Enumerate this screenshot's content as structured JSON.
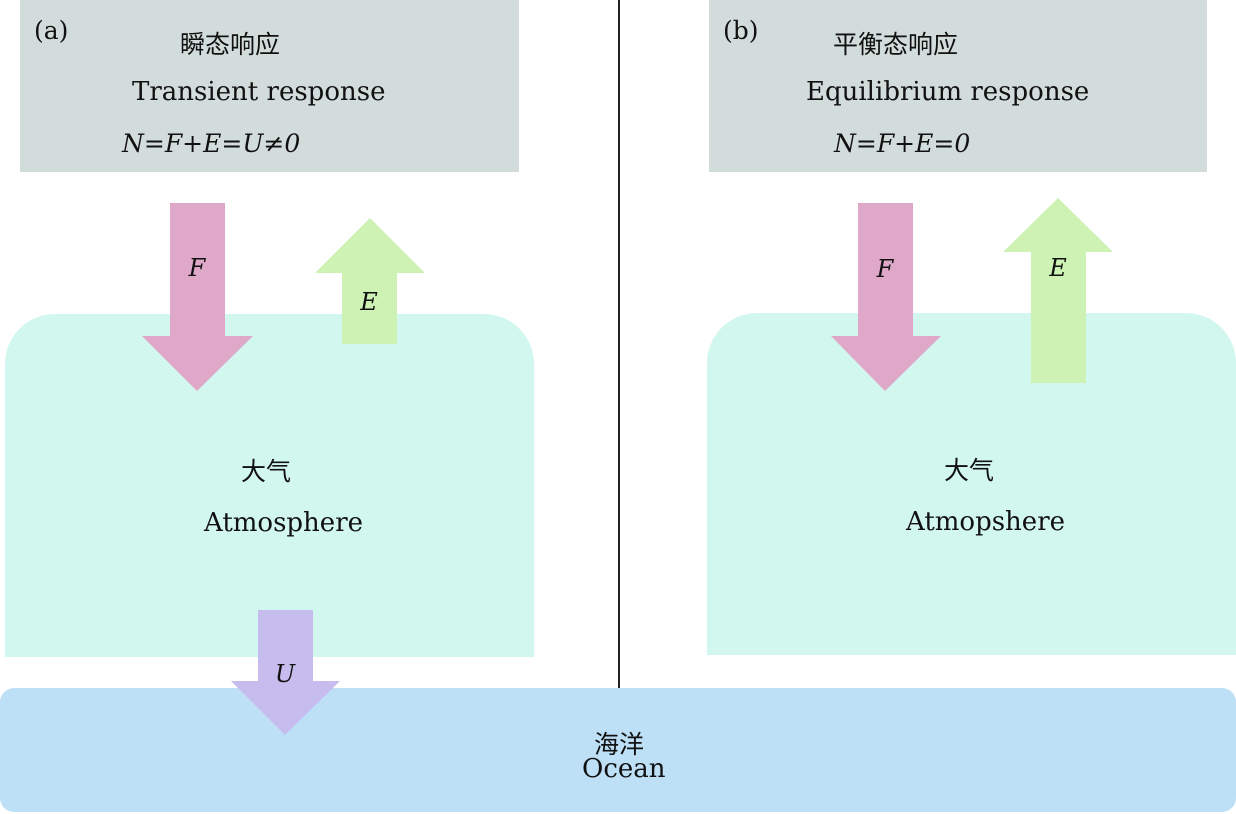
{
  "panel_a": {
    "label": "(a)",
    "title_cn": "瞬态响应",
    "title_en": "Transient  response",
    "equation": "N=F+E=U≠0",
    "atmosphere_cn": "大气",
    "atmosphere_en": "Atmosphere",
    "arrow_f": "F",
    "arrow_e": "E",
    "arrow_u": "U"
  },
  "panel_b": {
    "label": "(b)",
    "title_cn": "平衡态响应",
    "title_en": "Equilibrium  response",
    "equation": "N=F+E=0",
    "atmosphere_cn": "大气",
    "atmosphere_en": "Atmopshere",
    "arrow_f": "F",
    "arrow_e": "E"
  },
  "ocean": {
    "label_cn": "海洋",
    "label_en": "Ocean"
  },
  "colors": {
    "header": "#d1dcdb",
    "atmosphere": "#d2f7ef",
    "ocean": "#bde0f7",
    "arrow_f": "#e0a8c8",
    "arrow_e": "#cdf2b3",
    "arrow_u": "#c6bcee"
  }
}
